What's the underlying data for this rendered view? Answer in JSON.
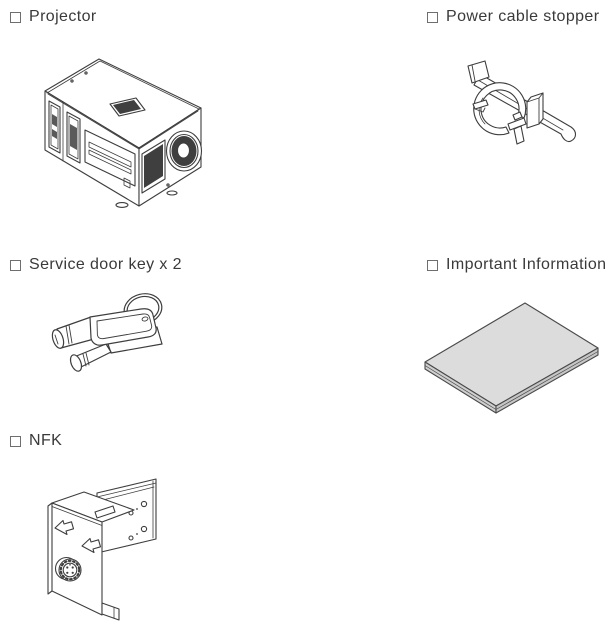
{
  "page": {
    "background": "#ffffff",
    "text_color": "#3a3a3a",
    "line_color": "#3e3e3e"
  },
  "items": [
    {
      "id": "projector",
      "label": "Projector",
      "checked": false,
      "illustration": "projector-line-drawing"
    },
    {
      "id": "power-cable-stopper",
      "label": "Power cable stopper",
      "checked": false,
      "illustration": "power-cable-stopper-line-drawing"
    },
    {
      "id": "service-door-key",
      "label": "Service door key x 2",
      "checked": false,
      "illustration": "service-door-keys-line-drawing"
    },
    {
      "id": "important-information",
      "label": "Important Information",
      "checked": false,
      "illustration": "important-information-booklet-line-drawing"
    },
    {
      "id": "nfk",
      "label": "NFK",
      "checked": false,
      "illustration": "nfk-bracket-line-drawing"
    }
  ],
  "colors": {
    "booklet_fill": "#dcdcdc",
    "dark_fill": "#3f3f3f"
  }
}
